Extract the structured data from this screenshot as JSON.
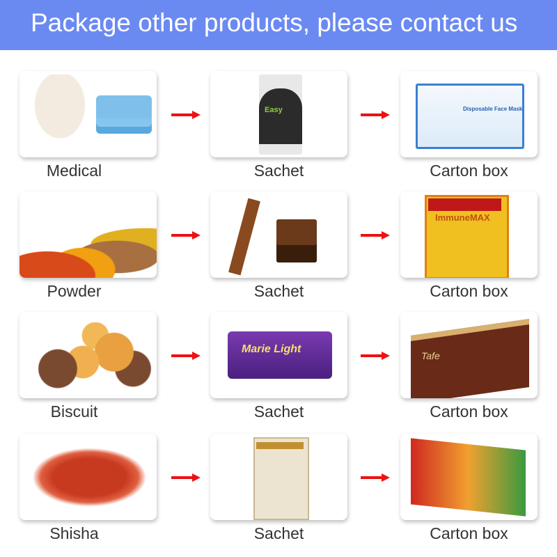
{
  "header": {
    "title": "Package other products, please contact us"
  },
  "accent_color": "#6a8af2",
  "arrow_color": "#ee1111",
  "rows": [
    {
      "items": [
        {
          "label": "Medical",
          "icon": "gloves-mask-image"
        },
        {
          "label": "Sachet",
          "icon": "hair-colour-sachet-image"
        },
        {
          "label": "Carton box",
          "icon": "face-mask-carton-image"
        }
      ]
    },
    {
      "items": [
        {
          "label": "Powder",
          "icon": "spice-powder-image"
        },
        {
          "label": "Sachet",
          "icon": "coffee-sachet-image"
        },
        {
          "label": "Carton box",
          "icon": "vitamin-carton-image"
        }
      ]
    },
    {
      "items": [
        {
          "label": "Biscuit",
          "icon": "biscuits-image"
        },
        {
          "label": "Sachet",
          "icon": "biscuit-pack-image"
        },
        {
          "label": "Carton box",
          "icon": "cookie-carton-image"
        }
      ]
    },
    {
      "items": [
        {
          "label": "Shisha",
          "icon": "shisha-tobacco-image"
        },
        {
          "label": "Sachet",
          "icon": "shisha-sachet-image"
        },
        {
          "label": "Carton box",
          "icon": "shisha-carton-image"
        }
      ]
    }
  ]
}
